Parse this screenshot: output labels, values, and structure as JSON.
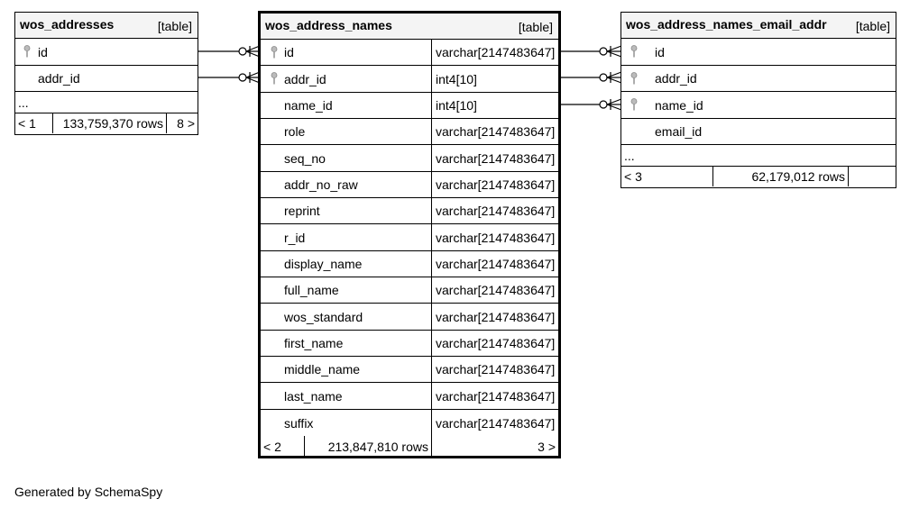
{
  "tables": {
    "wos_addresses": {
      "name": "wos_addresses",
      "type": "[table]",
      "columns": [
        {
          "name": "id",
          "key": true
        },
        {
          "name": "addr_id",
          "key": false
        }
      ],
      "more": "...",
      "footer": {
        "left": "< 1",
        "rows": "133,759,370 rows",
        "right": "8 >"
      }
    },
    "wos_address_names": {
      "name": "wos_address_names",
      "type": "[table]",
      "columns": [
        {
          "name": "id",
          "type": "varchar[2147483647]",
          "key": true
        },
        {
          "name": "addr_id",
          "type": "int4[10]",
          "key": true
        },
        {
          "name": "name_id",
          "type": "int4[10]",
          "key": false
        },
        {
          "name": "role",
          "type": "varchar[2147483647]",
          "key": false
        },
        {
          "name": "seq_no",
          "type": "varchar[2147483647]",
          "key": false
        },
        {
          "name": "addr_no_raw",
          "type": "varchar[2147483647]",
          "key": false
        },
        {
          "name": "reprint",
          "type": "varchar[2147483647]",
          "key": false
        },
        {
          "name": "r_id",
          "type": "varchar[2147483647]",
          "key": false
        },
        {
          "name": "display_name",
          "type": "varchar[2147483647]",
          "key": false
        },
        {
          "name": "full_name",
          "type": "varchar[2147483647]",
          "key": false
        },
        {
          "name": "wos_standard",
          "type": "varchar[2147483647]",
          "key": false
        },
        {
          "name": "first_name",
          "type": "varchar[2147483647]",
          "key": false
        },
        {
          "name": "middle_name",
          "type": "varchar[2147483647]",
          "key": false
        },
        {
          "name": "last_name",
          "type": "varchar[2147483647]",
          "key": false
        },
        {
          "name": "suffix",
          "type": "varchar[2147483647]",
          "key": false
        }
      ],
      "footer": {
        "left": "< 2",
        "rows": "213,847,810 rows",
        "right": "3 >"
      }
    },
    "wos_address_names_email_addr": {
      "name": "wos_address_names_email_addr",
      "type": "[table]",
      "columns": [
        {
          "name": "id",
          "key": true
        },
        {
          "name": "addr_id",
          "key": true
        },
        {
          "name": "name_id",
          "key": true
        },
        {
          "name": "email_id",
          "key": false
        }
      ],
      "more": "...",
      "footer": {
        "left": "< 3",
        "rows": "62,179,012 rows",
        "right": ""
      }
    }
  },
  "credit": "Generated by SchemaSpy"
}
